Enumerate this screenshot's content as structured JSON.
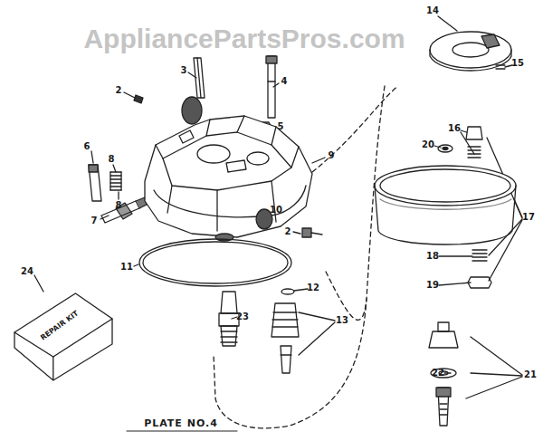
{
  "diagram": {
    "nodes": [
      {
        "text": [
          "REPAIR KIT"
        ]
      }
    ],
    "labels": [
      "AppliancePartsPros.com",
      "14",
      "15",
      "3",
      "2",
      "4",
      "5",
      "16",
      "20",
      "6",
      "8",
      "9",
      "8",
      "7",
      "10",
      "2",
      "17",
      "18",
      "11",
      "12",
      "19",
      "23",
      "13",
      "24",
      "22",
      "21",
      "PLATE NO.4"
    ]
  }
}
